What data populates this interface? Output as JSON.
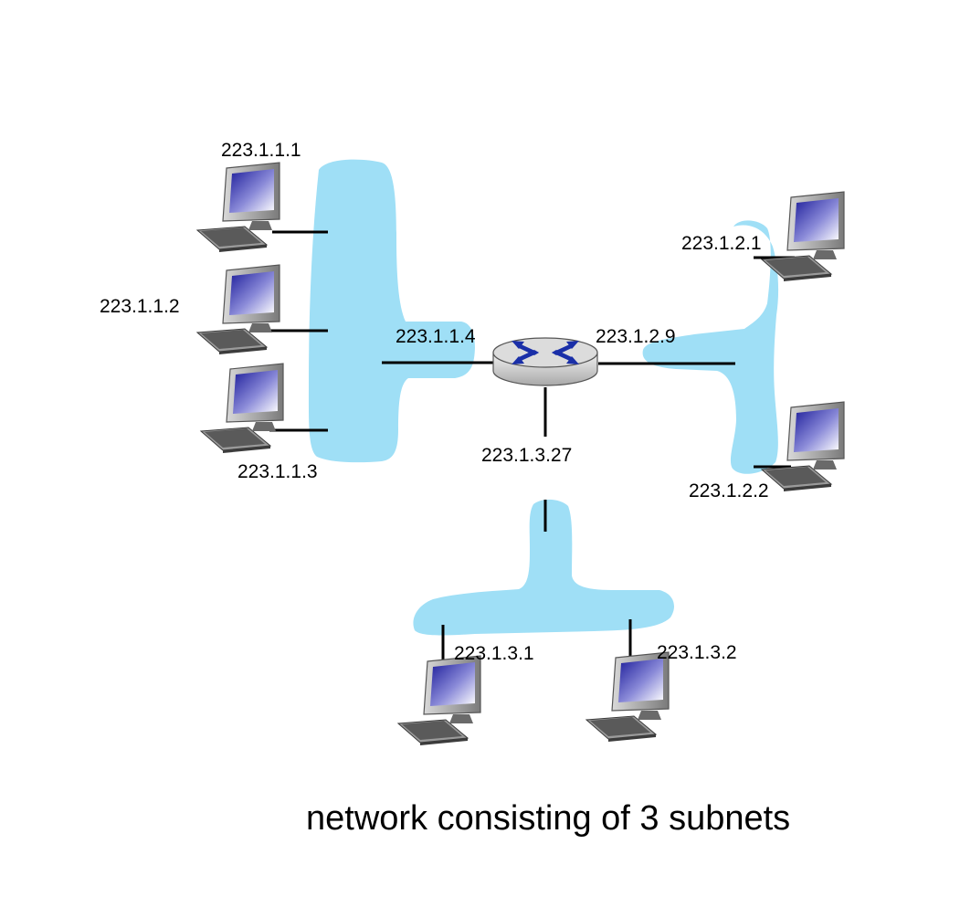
{
  "caption": "network consisting of 3 subnets",
  "colors": {
    "subnet_fill": "#9fdff6",
    "link": "#000000",
    "router_body": "#c8c8c8",
    "router_arrows": "#1a2fa8",
    "screen": "#1c1c9a"
  },
  "router": {
    "icon": "router-icon",
    "interfaces": [
      {
        "subnet": "subnet-1",
        "ip": "223.1.1.4"
      },
      {
        "subnet": "subnet-2",
        "ip": "223.1.2.9"
      },
      {
        "subnet": "subnet-3",
        "ip": "223.1.3.27"
      }
    ]
  },
  "subnets": [
    {
      "id": "subnet-1",
      "hosts": [
        {
          "ip": "223.1.1.1"
        },
        {
          "ip": "223.1.1.2"
        },
        {
          "ip": "223.1.1.3"
        }
      ]
    },
    {
      "id": "subnet-2",
      "hosts": [
        {
          "ip": "223.1.2.1"
        },
        {
          "ip": "223.1.2.2"
        }
      ]
    },
    {
      "id": "subnet-3",
      "hosts": [
        {
          "ip": "223.1.3.1"
        },
        {
          "ip": "223.1.3.2"
        }
      ]
    }
  ],
  "host_icon": "desktop-computer-icon"
}
